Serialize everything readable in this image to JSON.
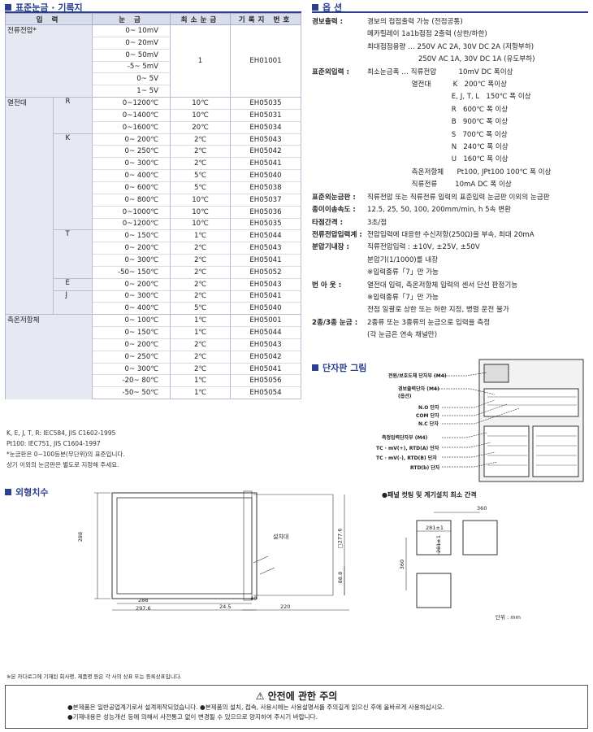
{
  "scale": {
    "title": "표준눈금 · 기록지",
    "headers": [
      "입 력",
      "눈 금",
      "최소눈금",
      "기록지 번호"
    ],
    "rows": [
      {
        "g": "전류전압*",
        "s": "",
        "r": "0~ 10mV",
        "m": "",
        "n": ""
      },
      {
        "g": "",
        "s": "",
        "r": "0~ 20mV",
        "m": "",
        "n": ""
      },
      {
        "g": "",
        "s": "",
        "r": "0~ 50mV",
        "m": "1",
        "n": "EH01001"
      },
      {
        "g": "",
        "s": "",
        "r": "-5~ 5mV",
        "m": "",
        "n": ""
      },
      {
        "g": "",
        "s": "",
        "r": "0~ 5V",
        "m": "",
        "n": ""
      },
      {
        "g": "",
        "s": "",
        "r": "1~ 5V",
        "m": "",
        "n": ""
      },
      {
        "g": "열전대",
        "s": "R",
        "r": "0~1200℃",
        "m": "10℃",
        "n": "EH05035"
      },
      {
        "g": "",
        "s": "",
        "r": "0~1400℃",
        "m": "10℃",
        "n": "EH05031"
      },
      {
        "g": "",
        "s": "",
        "r": "0~1600℃",
        "m": "20℃",
        "n": "EH05034"
      },
      {
        "g": "",
        "s": "K",
        "r": "0~ 200℃",
        "m": "2℃",
        "n": "EH05043"
      },
      {
        "g": "",
        "s": "",
        "r": "0~ 250℃",
        "m": "2℃",
        "n": "EH05042"
      },
      {
        "g": "",
        "s": "",
        "r": "0~ 300℃",
        "m": "2℃",
        "n": "EH05041"
      },
      {
        "g": "",
        "s": "",
        "r": "0~ 400℃",
        "m": "5℃",
        "n": "EH05040"
      },
      {
        "g": "",
        "s": "",
        "r": "0~ 600℃",
        "m": "5℃",
        "n": "EH05038"
      },
      {
        "g": "",
        "s": "",
        "r": "0~ 800℃",
        "m": "10℃",
        "n": "EH05037"
      },
      {
        "g": "",
        "s": "",
        "r": "0~1000℃",
        "m": "10℃",
        "n": "EH05036"
      },
      {
        "g": "",
        "s": "",
        "r": "0~1200℃",
        "m": "10℃",
        "n": "EH05035"
      },
      {
        "g": "",
        "s": "T",
        "r": "0~ 150℃",
        "m": "1℃",
        "n": "EH05044"
      },
      {
        "g": "",
        "s": "",
        "r": "0~ 200℃",
        "m": "2℃",
        "n": "EH05043"
      },
      {
        "g": "",
        "s": "",
        "r": "0~ 300℃",
        "m": "2℃",
        "n": "EH05041"
      },
      {
        "g": "",
        "s": "",
        "r": "-50~ 150℃",
        "m": "2℃",
        "n": "EH05052"
      },
      {
        "g": "",
        "s": "E",
        "r": "0~ 200℃",
        "m": "2℃",
        "n": "EH05043"
      },
      {
        "g": "",
        "s": "J",
        "r": "0~ 300℃",
        "m": "2℃",
        "n": "EH05041"
      },
      {
        "g": "",
        "s": "",
        "r": "0~ 400℃",
        "m": "5℃",
        "n": "EH05040"
      },
      {
        "g": "측온저항체",
        "s": "",
        "r": "0~ 100℃",
        "m": "1℃",
        "n": "EH05001"
      },
      {
        "g": "",
        "s": "",
        "r": "0~ 150℃",
        "m": "1℃",
        "n": "EH05044"
      },
      {
        "g": "",
        "s": "",
        "r": "0~ 200℃",
        "m": "2℃",
        "n": "EH05043"
      },
      {
        "g": "",
        "s": "",
        "r": "0~ 250℃",
        "m": "2℃",
        "n": "EH05042"
      },
      {
        "g": "",
        "s": "",
        "r": "0~ 300℃",
        "m": "2℃",
        "n": "EH05041"
      },
      {
        "g": "",
        "s": "",
        "r": "-20~ 80℃",
        "m": "1℃",
        "n": "EH05056"
      },
      {
        "g": "",
        "s": "",
        "r": "-50~ 50℃",
        "m": "1℃",
        "n": "EH05054"
      }
    ]
  },
  "notes": [
    "K, E, J, T, R: IEC584, JIS C1602-1995",
    "Pt100: IEC751, JIS C1604-1997",
    "*눈금판은 0~100등분(무단위)의 표준입니다.",
    " 상기 이외의 눈금판은 별도로 지정해 주세요."
  ],
  "options": {
    "title": "옵 션",
    "rows": [
      {
        "k": "경보출력 :",
        "v": "경보의 접점출력 가능 (전점공통)"
      },
      {
        "k": "",
        "v": "메카릴레이 1a1b접점 2출력 (상한/하한)"
      },
      {
        "k": "",
        "v": "최대접점용량 … 250V AC 2A, 30V DC 2A (저항부하)"
      },
      {
        "k": "",
        "v": "                       250V AC 1A, 30V DC 1A (유도부하)"
      },
      {
        "k": "표준외입력 :",
        "v": "최소눈금폭 … 직류전압          10mV DC 폭이상"
      },
      {
        "k": "",
        "v": "                    열전대          K   200℃ 폭이상"
      },
      {
        "k": "",
        "v": "                                      E, J, T, L   150℃ 폭 이상"
      },
      {
        "k": "",
        "v": "                                      R   600℃ 폭 이상"
      },
      {
        "k": "",
        "v": "                                      B   900℃ 폭 이상"
      },
      {
        "k": "",
        "v": "                                      S   700℃ 폭 이상"
      },
      {
        "k": "",
        "v": "                                      N   240℃ 폭 이상"
      },
      {
        "k": "",
        "v": "                                      U   160℃ 폭 이상"
      },
      {
        "k": "",
        "v": "                    측온저항체      Pt100, JPt100 100℃ 폭 이상"
      },
      {
        "k": "",
        "v": "                    직류전류        10mA DC 폭 이상"
      },
      {
        "k": "표준외눈금판 :",
        "v": "직류전압 또는 직류전류 입력의 표준입력 눈금판 이외의 눈금판"
      },
      {
        "k": "종이이송속도 :",
        "v": "12.5, 25, 50, 100, 200mm/min, h 5속 변환"
      },
      {
        "k": "타점간격 :",
        "v": "3초/점"
      },
      {
        "k": "전류전압입력계 :",
        "v": "전압입력에 대응한 수신저항(250Ω)을 부속, 최대 20mA"
      },
      {
        "k": "분압기내장 :",
        "v": "직류전압입력 : ±10V, ±25V, ±50V"
      },
      {
        "k": "",
        "v": "분압기(1/1000)를 내장"
      },
      {
        "k": "",
        "v": "※입력종류「7」만 가능"
      },
      {
        "k": "번 아 웃 :",
        "v": "열전대 입력, 측온저항체 입력의 센서 단선 판정기능"
      },
      {
        "k": "",
        "v": "※입력종류「7」만 가능"
      },
      {
        "k": "",
        "v": "전점 일괄로 상한 또는 하한 지정, 병렬 운전 불가"
      },
      {
        "k": "2종/3종 눈금 :",
        "v": "2종류 또는 3종류의 눈금으로 입력을 측정"
      },
      {
        "k": "",
        "v": "(각 눈금은 연속 채널만)"
      }
    ]
  },
  "terminal": {
    "title": "단자판 그림",
    "labels": [
      "전원/보호도체 단자부 (M4)",
      "경보출력단자 (M4)",
      "(옵션)",
      "N.O 단자",
      "COM 단자",
      "N.C 단자",
      "측정입력단자부 (M4)",
      "TC · mV(+), RTD(A) 단자",
      "TC · mV(-), RTD(B) 단자",
      "RTD(b) 단자"
    ]
  },
  "dims": {
    "title": "외형치수",
    "panel_title": "●패널 컷팅 및 계기설치 최소 간격",
    "labels": {
      "h288": "288",
      "w288": "288",
      "w297": "297.6",
      "d245": "24.5",
      "d220": "220",
      "d40": "40",
      "d888": "88.8",
      "d2776": "□277.6",
      "mount": "설치대",
      "p360a": "360",
      "p281a": "281±1",
      "p281b": "281±1",
      "p360b": "360",
      "unit": "단위 : mm"
    }
  },
  "footnote": "※본 카다로그에 기재된 회사명, 제품명 등은 각 사의 상표 또는 등록상표입니다.",
  "safety": {
    "title": "안전에 관한 주의",
    "lines": [
      "●본제품은 일반공업계기로서 설계제작되었습니다.      ●본제품의 설치, 접속, 사용시에는 사용설명서를 주의깊게 읽으신 후에 올바르게 사용하십시오.",
      "●기재내용은 성능개선 등에 의해서 사전통고 없이 변경될 수 있으므로 양지하여 주시기 바랍니다."
    ]
  }
}
